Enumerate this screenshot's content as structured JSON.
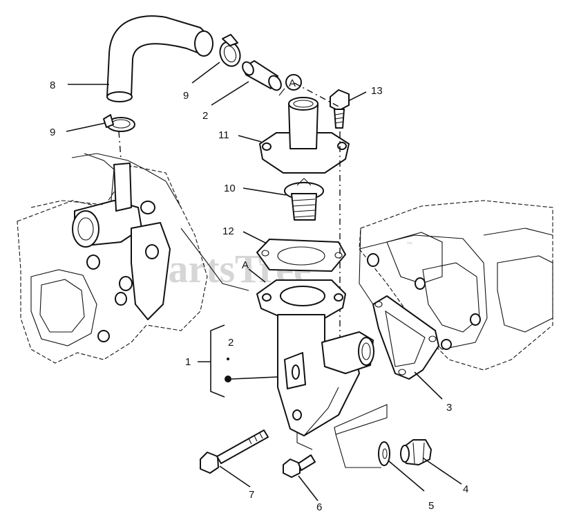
{
  "diagram": {
    "watermark": "PartsTree",
    "watermark_mark": "™",
    "detail_marker": "A",
    "callouts": {
      "c1": "1",
      "c2_top": "2",
      "c2_bracket": "2",
      "c3": "3",
      "c4": "4",
      "c5": "5",
      "c6": "6",
      "c7": "7",
      "c8": "8",
      "c9_top": "9",
      "c9_left": "9",
      "c10": "10",
      "c11": "11",
      "c12": "12",
      "c13": "13",
      "cA": "A"
    }
  }
}
